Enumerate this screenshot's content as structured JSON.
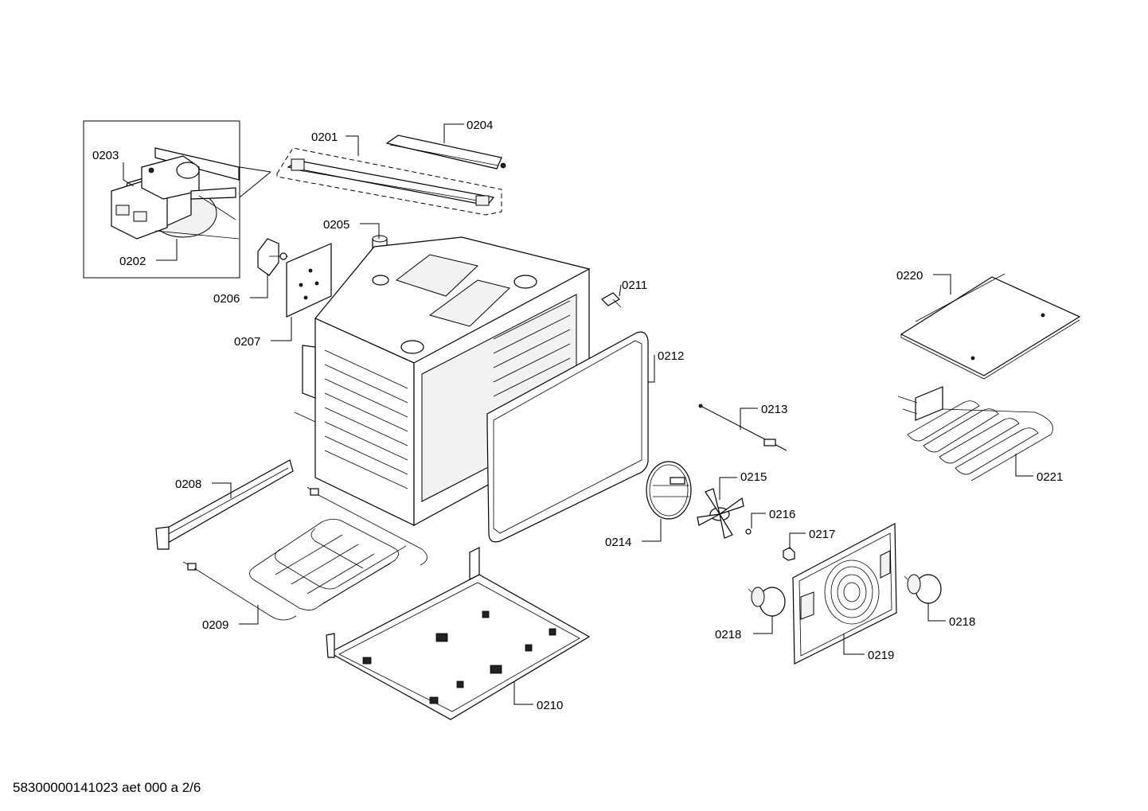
{
  "diagram": {
    "labels": {
      "p0201": "0201",
      "p0202": "0202",
      "p0203": "0203",
      "p0204": "0204",
      "p0205": "0205",
      "p0206": "0206",
      "p0207": "0207",
      "p0208": "0208",
      "p0209": "0209",
      "p0210": "0210",
      "p0211": "0211",
      "p0212": "0212",
      "p0213": "0213",
      "p0214": "0214",
      "p0215": "0215",
      "p0216": "0216",
      "p0217": "0217",
      "p0218a": "0218",
      "p0218b": "0218",
      "p0219": "0219",
      "p0220": "0220",
      "p0221": "0221"
    },
    "footer": "58300000141023 aet 000 a 2/6"
  }
}
